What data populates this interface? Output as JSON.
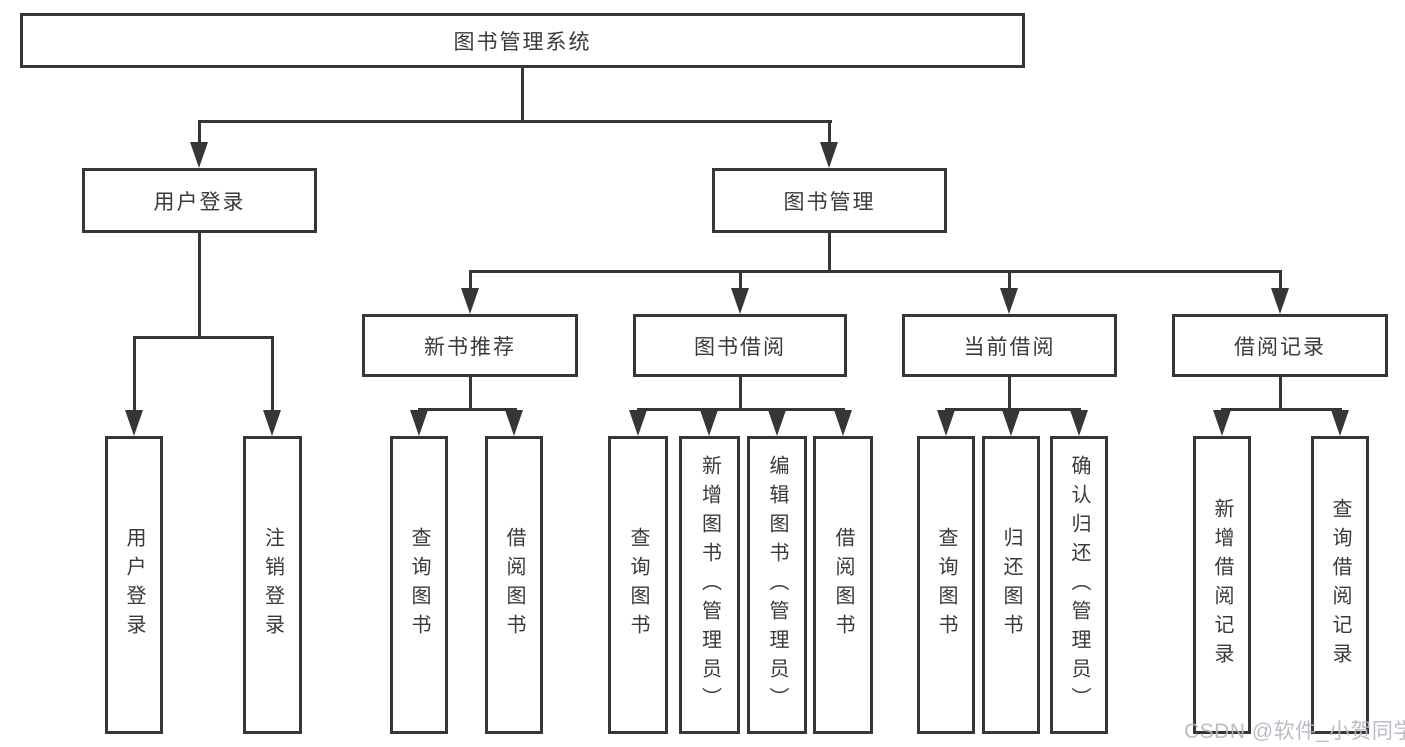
{
  "root": {
    "label": "图书管理系统"
  },
  "level2": [
    {
      "id": "user-login",
      "label": "用户登录",
      "parent": "图书管理系统"
    },
    {
      "id": "book-management",
      "label": "图书管理",
      "parent": "图书管理系统"
    }
  ],
  "level3": [
    {
      "id": "new-book-recommendation",
      "label": "新书推荐",
      "parent": "图书管理"
    },
    {
      "id": "book-borrowing",
      "label": "图书借阅",
      "parent": "图书管理"
    },
    {
      "id": "current-borrowing",
      "label": "当前借阅",
      "parent": "图书管理"
    },
    {
      "id": "borrowing-records",
      "label": "借阅记录",
      "parent": "图书管理"
    }
  ],
  "level4": [
    {
      "label": "用户登录",
      "parent": "用户登录"
    },
    {
      "label": "注销登录",
      "parent": "用户登录"
    },
    {
      "label": "查询图书",
      "parent": "新书推荐"
    },
    {
      "label": "借阅图书",
      "parent": "新书推荐"
    },
    {
      "label": "查询图书",
      "parent": "图书借阅"
    },
    {
      "label": "新增图书（管理员）",
      "parent": "图书借阅"
    },
    {
      "label": "编辑图书（管理员）",
      "parent": "图书借阅"
    },
    {
      "label": "借阅图书",
      "parent": "图书借阅"
    },
    {
      "label": "查询图书",
      "parent": "当前借阅"
    },
    {
      "label": "归还图书",
      "parent": "当前借阅"
    },
    {
      "label": "确认归还（管理员）",
      "parent": "当前借阅"
    },
    {
      "label": "新增借阅记录",
      "parent": "借阅记录"
    },
    {
      "label": "查询借阅记录",
      "parent": "借阅记录"
    }
  ],
  "watermark": {
    "text": "CSDN @软件_小贺同学"
  },
  "colors": {
    "line": "#363636",
    "box_fill": "#ffffff",
    "text": "#3a3a3a",
    "watermark": "#b4b8bf",
    "background": "#ffffff"
  }
}
